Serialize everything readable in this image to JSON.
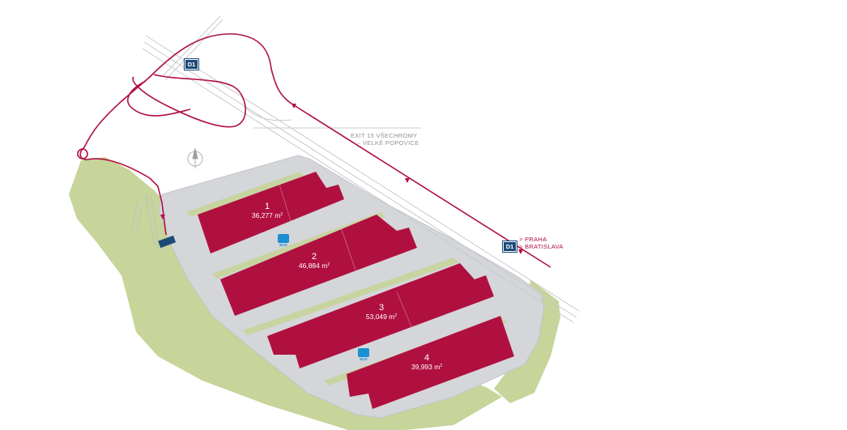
{
  "map": {
    "motorway_shields": [
      "D1",
      "D1"
    ],
    "exit_label": [
      "EXIT 15 VŠECHROMY",
      "– VELKÉ POPOVICE"
    ],
    "direction_label": [
      "> PRAHA",
      "> BRATISLAVA"
    ],
    "buildings": [
      {
        "number": "1",
        "area": "36,277 m",
        "sup": "2"
      },
      {
        "number": "2",
        "area": "46,884 m",
        "sup": "2"
      },
      {
        "number": "3",
        "area": "53,049 m",
        "sup": "2"
      },
      {
        "number": "4",
        "area": "39,993 m",
        "sup": "2"
      }
    ],
    "bus_label": "BUS",
    "colors": {
      "building": "#b01040",
      "route": "#b01040",
      "site": "#d4d6d9",
      "green": "#c7d49a",
      "road": "#c8cacd",
      "shield": "#1c4a78",
      "bus": "#1a8fd1"
    },
    "icons": [
      "compass-icon",
      "bus-stop-icon",
      "bus-stop-icon",
      "entrance-marker"
    ]
  }
}
